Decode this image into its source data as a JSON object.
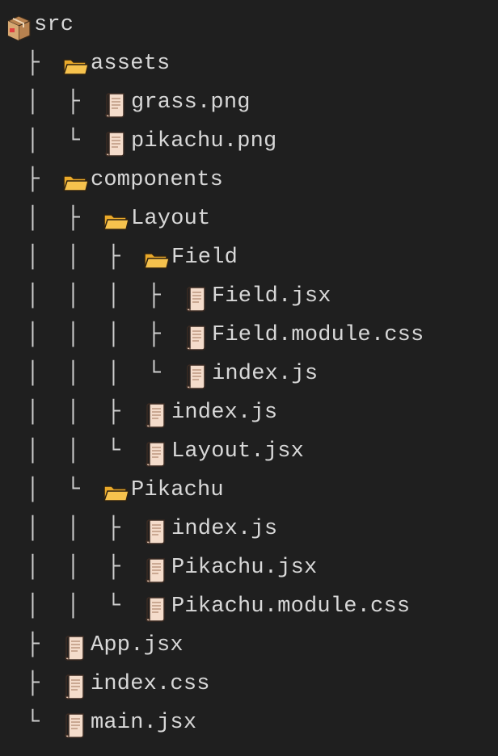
{
  "tree": {
    "rows": [
      {
        "guide": "",
        "icon": "package-icon",
        "label": "src"
      },
      {
        "guide": "├",
        "icon": "folder-icon",
        "label": "assets"
      },
      {
        "guide": "│  ├",
        "icon": "file-icon",
        "label": "grass.png"
      },
      {
        "guide": "│  └",
        "icon": "file-icon",
        "label": "pikachu.png"
      },
      {
        "guide": "├",
        "icon": "folder-icon",
        "label": "components"
      },
      {
        "guide": "│  ├",
        "icon": "folder-icon",
        "label": "Layout"
      },
      {
        "guide": "│  │  ├",
        "icon": "folder-icon",
        "label": "Field"
      },
      {
        "guide": "│  │  │  ├",
        "icon": "file-icon",
        "label": "Field.jsx"
      },
      {
        "guide": "│  │  │  ├",
        "icon": "file-icon",
        "label": "Field.module.css"
      },
      {
        "guide": "│  │  │  └",
        "icon": "file-icon",
        "label": "index.js"
      },
      {
        "guide": "│  │  ├",
        "icon": "file-icon",
        "label": "index.js"
      },
      {
        "guide": "│  │  └",
        "icon": "file-icon",
        "label": "Layout.jsx"
      },
      {
        "guide": "│  └",
        "icon": "folder-icon",
        "label": "Pikachu"
      },
      {
        "guide": "│  │  ├",
        "icon": "file-icon",
        "label": "index.js"
      },
      {
        "guide": "│  │  ├",
        "icon": "file-icon",
        "label": "Pikachu.jsx"
      },
      {
        "guide": "│  │  └",
        "icon": "file-icon",
        "label": "Pikachu.module.css"
      },
      {
        "guide": "├",
        "icon": "file-icon",
        "label": "App.jsx"
      },
      {
        "guide": "├",
        "icon": "file-icon",
        "label": "index.css"
      },
      {
        "guide": "└",
        "icon": "file-icon",
        "label": "main.jsx"
      }
    ]
  },
  "colors": {
    "background": "#1f1f1f",
    "text": "#d8d8d8",
    "folder": "#f6c24d",
    "file_paper": "#f1d7c6",
    "file_outline": "#3a2a22",
    "package": "#c99a66"
  }
}
